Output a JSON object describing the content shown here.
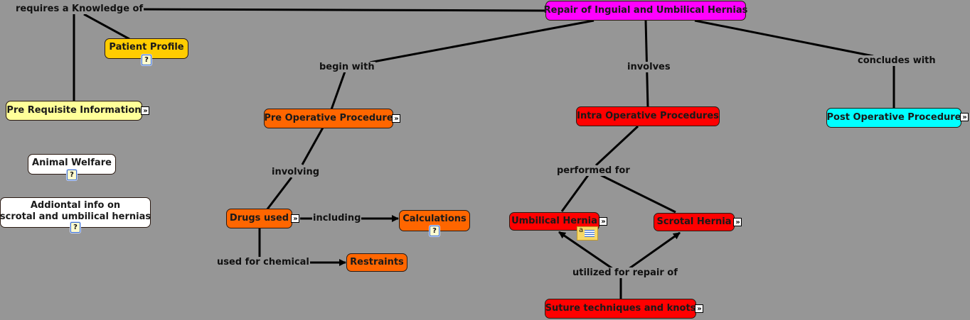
{
  "diagram": {
    "background": "#969696",
    "nodes": {
      "root": {
        "label": "Repair of Inguial and Umbilical Hernias",
        "color": "#ff00ff"
      },
      "patient_profile": {
        "label": "Patient Profile",
        "color": "#ffcc00",
        "icon": "document-icon"
      },
      "prerequisite": {
        "label": "Pre Requisite Information",
        "color": "#ffff99",
        "icon": "expand-icon"
      },
      "animal_welfare": {
        "label": "Animal Welfare",
        "color": "#ffffff",
        "icon": "document-icon"
      },
      "additional_info": {
        "label": "Addiontal info on\nscrotal and umbilical hernias",
        "color": "#ffffff",
        "icon": "document-icon"
      },
      "pre_op": {
        "label": "Pre Operative Procedure",
        "color": "#ff6600",
        "icon": "expand-icon"
      },
      "drugs_used": {
        "label": "Drugs used",
        "color": "#ff6600",
        "icon": "expand-icon"
      },
      "calculations": {
        "label": "Calculations",
        "color": "#ff6600",
        "icon": "document-icon"
      },
      "restraints": {
        "label": "Restraints",
        "color": "#ff6600"
      },
      "intra_op": {
        "label": "Intra Operative Procedures",
        "color": "#ff0000"
      },
      "umbilical_hernia": {
        "label": "Umbilical Hernia",
        "color": "#ff0000",
        "icon": "expand-icon",
        "note": "annotation-icon"
      },
      "scrotal_hernia": {
        "label": "Scrotal Hernia",
        "color": "#ff0000",
        "icon": "expand-icon"
      },
      "suture": {
        "label": "Suture techniques and knots",
        "color": "#ff0000",
        "icon": "expand-icon"
      },
      "post_op": {
        "label": "Post Operative Procedure",
        "color": "#00ffff",
        "icon": "expand-icon"
      }
    },
    "link_labels": {
      "requires": "requires a Knowledge of",
      "begin_with": "begin with",
      "involves": "involves",
      "concludes_with": "concludes with",
      "involving": "involving",
      "including": "including",
      "used_for_chemical": "used for chemical",
      "performed_for": "performed for",
      "utilized_for": "utilized for repair of"
    },
    "icon_glyphs": {
      "expand": "»",
      "document": "?",
      "note_letter": "a"
    }
  }
}
